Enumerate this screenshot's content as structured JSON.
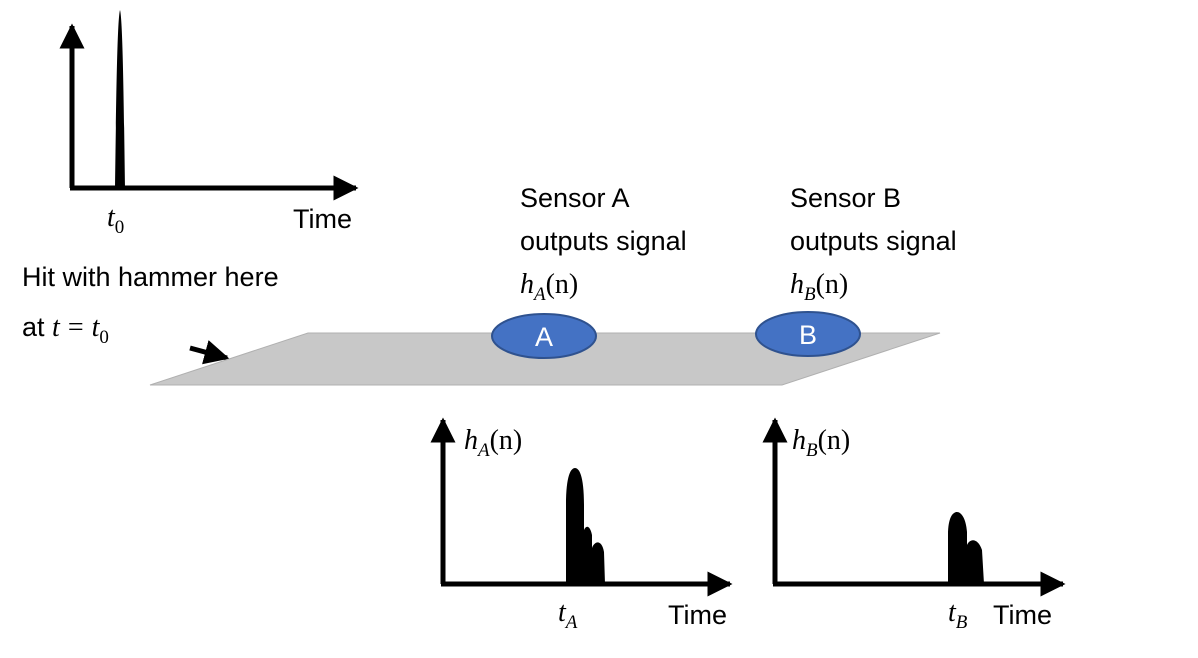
{
  "impulse_plot": {
    "x_label": "Time",
    "tick_label": {
      "var": "t",
      "sub": "0"
    }
  },
  "hammer_note": {
    "line1": "Hit with hammer here",
    "line2_prefix": "at ",
    "line2_math_var": "t",
    "line2_math_eq": "=",
    "line2_math_rhs": {
      "var": "t",
      "sub": "0"
    }
  },
  "plate": {
    "color": "#c8c8c8"
  },
  "sensor_a": {
    "badge": "A",
    "line1": "Sensor A",
    "line2": "outputs signal",
    "signal": {
      "var": "h",
      "sub": "A",
      "arg": "(n)"
    },
    "color": "#4472c4"
  },
  "sensor_b": {
    "badge": "B",
    "line1": "Sensor B",
    "line2": "outputs signal",
    "signal": {
      "var": "h",
      "sub": "B",
      "arg": "(n)"
    },
    "color": "#4472c4"
  },
  "plot_a": {
    "y_label": {
      "var": "h",
      "sub": "A",
      "arg": "(n)"
    },
    "x_label": "Time",
    "tick_label": {
      "var": "t",
      "sub": "A"
    }
  },
  "plot_b": {
    "y_label": {
      "var": "h",
      "sub": "B",
      "arg": "(n)"
    },
    "x_label": "Time",
    "tick_label": {
      "var": "t",
      "sub": "B"
    }
  }
}
